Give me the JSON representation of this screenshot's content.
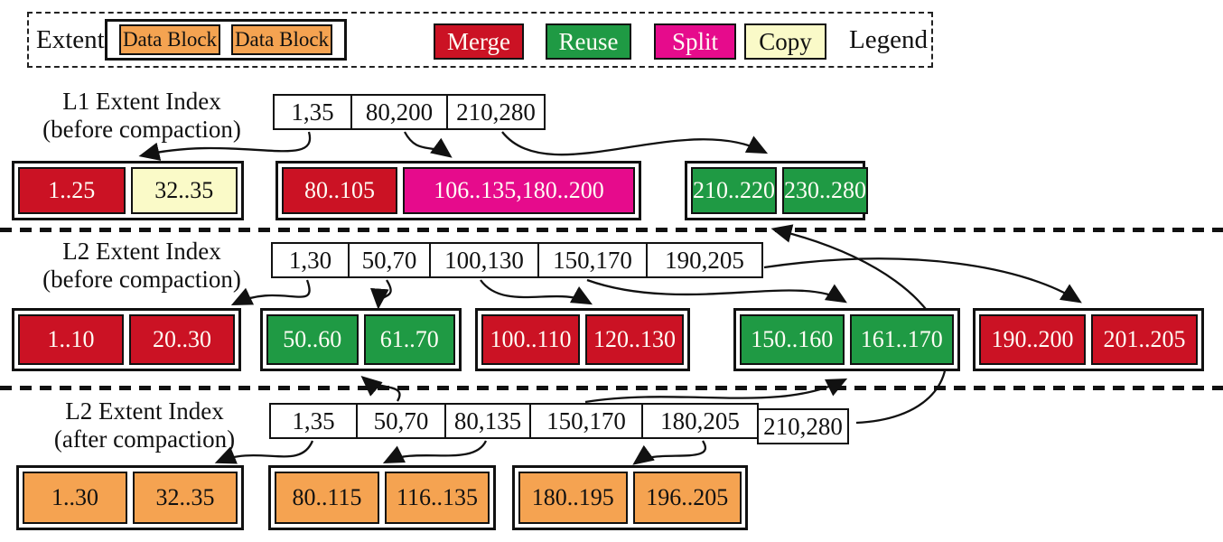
{
  "legend": {
    "extent_label": "Extent",
    "data_block_1": "Data Block",
    "data_block_2": "Data Block",
    "merge_label": "Merge",
    "reuse_label": "Reuse",
    "split_label": "Split",
    "copy_label": "Copy",
    "legend_label": "Legend"
  },
  "colors": {
    "merge_red": "#CB1224",
    "reuse_green": "#1F9A44",
    "split_magenta": "#E60B8C",
    "copy_yellow": "#FAFAC8",
    "data_block_orange": "#F5A351"
  },
  "l1_before": {
    "label_line1": "L1 Extent Index",
    "label_line2": "(before compaction)",
    "index": [
      "1,35",
      "80,200",
      "210,280"
    ],
    "extent1": {
      "cell1": "1..25",
      "cell2": "32..35"
    },
    "extent2": {
      "cell1": "80..105",
      "cell2": "106..135,180..200"
    },
    "extent3": {
      "cell1": "210..220",
      "cell2": "230..280"
    }
  },
  "l2_before": {
    "label_line1": "L2 Extent Index",
    "label_line2": "(before compaction)",
    "index": [
      "1,30",
      "50,70",
      "100,130",
      "150,170",
      "190,205"
    ],
    "extent1": {
      "cell1": "1..10",
      "cell2": "20..30"
    },
    "extent2": {
      "cell1": "50..60",
      "cell2": "61..70"
    },
    "extent3": {
      "cell1": "100..110",
      "cell2": "120..130"
    },
    "extent4": {
      "cell1": "150..160",
      "cell2": "161..170"
    },
    "extent5": {
      "cell1": "190..200",
      "cell2": "201..205"
    }
  },
  "l2_after": {
    "label_line1": "L2 Extent Index",
    "label_line2": "(after compaction)",
    "index": [
      "1,35",
      "50,70",
      "80,135",
      "150,170",
      "180,205",
      "210,280"
    ],
    "extent1": {
      "cell1": "1..30",
      "cell2": "32..35"
    },
    "extent2": {
      "cell1": "80..115",
      "cell2": "116..135"
    },
    "extent3": {
      "cell1": "180..195",
      "cell2": "196..205"
    }
  }
}
